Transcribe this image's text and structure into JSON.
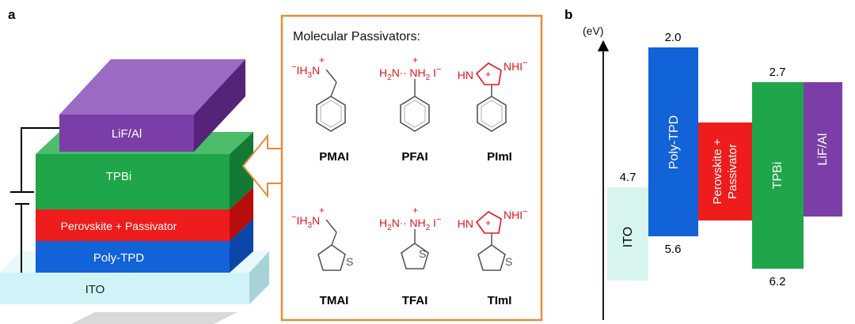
{
  "panel_a": {
    "label": "a",
    "device_layers": {
      "top": "LiF/Al",
      "etl": "TPBi",
      "emitter": "Perovskite + Passivator",
      "htl": "Poly-TPD",
      "anode": "ITO"
    },
    "colors": {
      "lif_al": "#7b3ea6",
      "tpbi": "#1fa54a",
      "perovskite": "#ee1c1c",
      "poly_tpd": "#1262d8",
      "ito": "#cff3f6",
      "callout": "#e98a3a",
      "molecule_charged": "#e8141b",
      "molecule_ring": "#555555"
    },
    "passivators": {
      "title": "Molecular Passivators:",
      "names": [
        "PMAI",
        "PFAI",
        "PImI",
        "TMAI",
        "TFAI",
        "TImI"
      ]
    }
  },
  "panel_b": {
    "label": "b",
    "axis_unit": "(eV)",
    "levels": [
      {
        "name": "ITO",
        "top": 4.7,
        "top_label": "4.7",
        "bottom_label": ""
      },
      {
        "name": "Poly-TPD",
        "top": 2.0,
        "bottom": 5.6,
        "top_label": "2.0",
        "bottom_label": "5.6"
      },
      {
        "name": "Perovskite + Passivator",
        "line1": "Perovskite +",
        "line2": "Passivator"
      },
      {
        "name": "TPBi",
        "top": 2.7,
        "bottom": 6.2,
        "top_label": "2.7",
        "bottom_label": "6.2"
      },
      {
        "name": "LiF/Al"
      }
    ]
  }
}
